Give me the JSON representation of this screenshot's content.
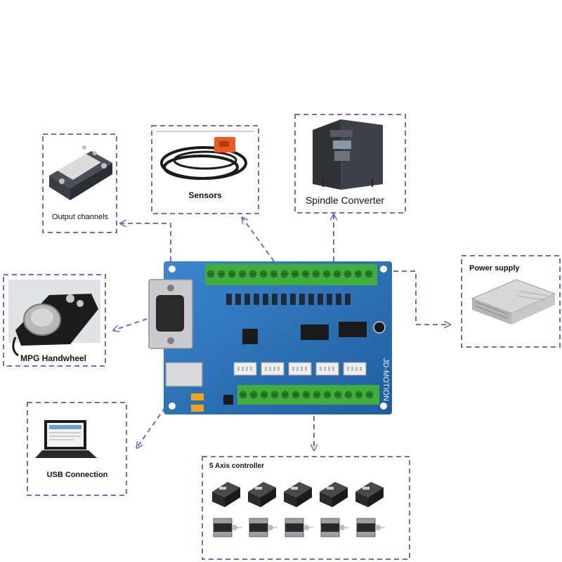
{
  "colors": {
    "dash": "#7868c2",
    "board": "#2b6fb5",
    "board_dark": "#1e5590",
    "terminal": "#3fae3a",
    "connector": "#eeeeee"
  },
  "components": {
    "output_channels": {
      "label": "Output channels",
      "icon": "solid-state-relay-icon"
    },
    "sensors": {
      "label": "Sensors",
      "icon": "proximity-sensor-icon"
    },
    "spindle_converter": {
      "label": "Spindle Converter",
      "icon": "vfd-inverter-icon"
    },
    "power_supply": {
      "label": "Power  supply",
      "icon": "power-supply-icon"
    },
    "mpg_handwheel": {
      "label": "MPG Handwheel",
      "icon": "handwheel-icon"
    },
    "usb_connection": {
      "label": "USB Connection",
      "icon": "laptop-icon"
    },
    "axis_controller": {
      "label": "5 Axis controller",
      "icon": "stepper-driver-motor-icon",
      "axis_count": 5
    }
  },
  "board": {
    "label": "JD-MOTION",
    "icon": "motion-controller-board-icon"
  }
}
